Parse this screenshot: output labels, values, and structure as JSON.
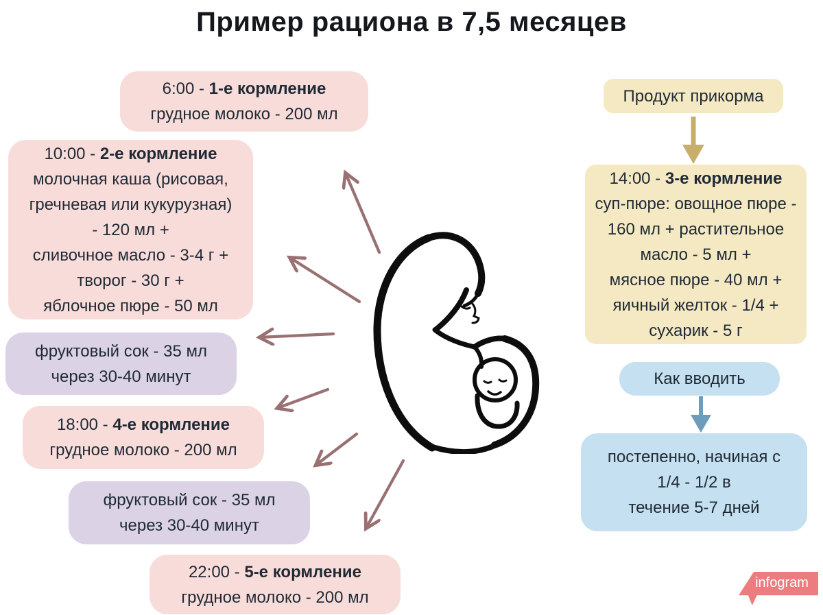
{
  "title": "Пример рациона в 7,5 месяцев",
  "center_illustration": "mother-holding-baby-silhouette",
  "left_column": {
    "feeding_1": {
      "time": "6:00 - ",
      "label": "1-е кормление",
      "line_1": "грудное молоко - 200 мл"
    },
    "feeding_2": {
      "time": "10:00 - ",
      "label": "2-е кормление",
      "line_1": "молочная каша (рисовая,",
      "line_2": "гречневая или кукурузная)",
      "line_3": "- 120 мл +",
      "line_4": "сливочное масло - 3-4 г +",
      "line_5": "творог - 30 г +",
      "line_6": "яблочное пюре - 50 мл"
    },
    "juice_1": {
      "line_1": "фруктовый сок - 35 мл",
      "line_2": "через 30-40 минут"
    },
    "feeding_4": {
      "time": "18:00 - ",
      "label": "4-е кормление",
      "line_1": "грудное молоко - 200 мл"
    },
    "juice_2": {
      "line_1": "фруктовый сок - 35 мл",
      "line_2": "через 30-40 минут"
    },
    "feeding_5": {
      "time": "22:00 - ",
      "label": "5-е кормление",
      "line_1": "грудное молоко - 200 мл"
    }
  },
  "right_column": {
    "product_header": "Продукт прикорма",
    "feeding_3": {
      "time": "14:00 - ",
      "label": "3-е кормление",
      "line_1": "суп-пюре: овощное пюре -",
      "line_2": "160 мл + растительное",
      "line_3": "масло - 5 мл +",
      "line_4": "мясное пюре - 40 мл +",
      "line_5": "яичный желток - 1/4 +",
      "line_6": "сухарик - 5 г"
    },
    "how_header": "Как вводить",
    "how_body": {
      "line_1": "постепенно, начиная с",
      "line_2": "1/4 - 1/2 в",
      "line_3": "течение 5-7 дней"
    }
  },
  "watermark": "infogram",
  "colors": {
    "pink_box": "#f8dcda",
    "purple_box": "#dbd2e6",
    "yellow_box": "#f5e9c3",
    "blue_box": "#c5e0f0",
    "left_arrows": "#9a7173",
    "tan_arrow": "#c8ae6b",
    "blue_arrow": "#6e9cbb",
    "text": "#1f2a35",
    "watermark_bg": "#ed7c80"
  }
}
